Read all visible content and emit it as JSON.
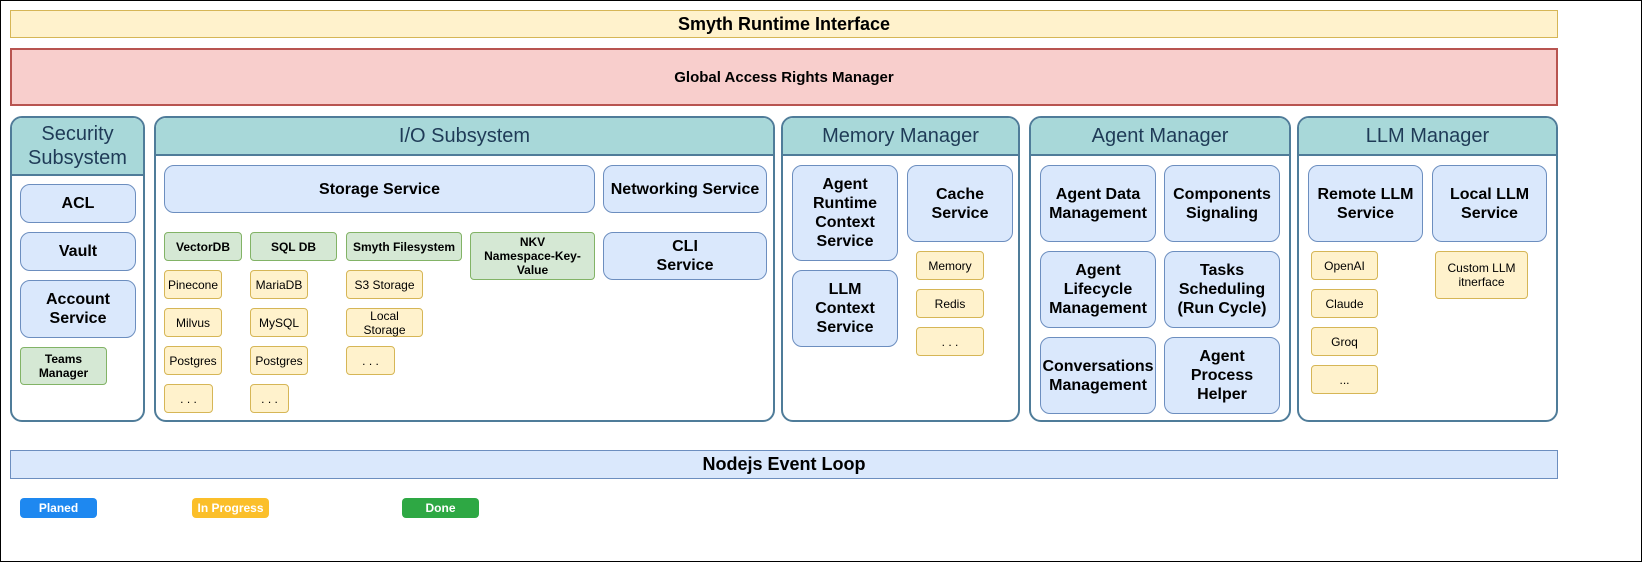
{
  "runtime_interface": "Smyth Runtime Interface",
  "access_rights": "Global Access Rights Manager",
  "event_loop": "Nodejs Event Loop",
  "colors": {
    "planned": "#1e88f0",
    "in_progress": "#fbbf2a",
    "done": "#2ea844",
    "panel_header": "#a8d8d9",
    "service_box": "#dae8fc"
  },
  "security": {
    "title": "Security\nSubsystem",
    "acl": "ACL",
    "vault": "Vault",
    "account": "Account\nService",
    "teams": "Teams\nManager"
  },
  "io": {
    "title": "I/O Subsystem",
    "storage": "Storage Service",
    "networking": "Networking Service",
    "cli": "CLI\nService",
    "vectordb": {
      "label": "VectorDB",
      "items": [
        "Pinecone",
        "Milvus",
        "Postgres",
        ". . ."
      ]
    },
    "sqldb": {
      "label": "SQL DB",
      "items": [
        "MariaDB",
        "MySQL",
        "Postgres",
        ". . ."
      ]
    },
    "filesystem": {
      "label": "Smyth Filesystem",
      "items": [
        "S3 Storage",
        "Local Storage",
        ". . ."
      ]
    },
    "nkv": "NKV\nNamespace-Key-\nValue"
  },
  "memory": {
    "title": "Memory Manager",
    "agent_runtime_context": "Agent\nRuntime\nContext\nService",
    "cache": "Cache\nService",
    "llm_context": "LLM Context\nService",
    "cache_items": [
      "Memory",
      "Redis",
      ". . ."
    ]
  },
  "agent": {
    "title": "Agent Manager",
    "data_mgmt": "Agent Data\nManagement",
    "components": "Components\nSignaling",
    "lifecycle": "Agent\nLifecycle\nManagement",
    "tasks": "Tasks\nScheduling\n(Run Cycle)",
    "conversations": "Conversations\nManagement",
    "process_helper": "Agent Process\nHelper"
  },
  "llm": {
    "title": "LLM Manager",
    "remote": "Remote LLM\nService",
    "local": "Local LLM\nService",
    "remote_items": [
      "OpenAI",
      "Claude",
      "Groq",
      "..."
    ],
    "custom": "Custom LLM\nitnerface"
  },
  "legend": {
    "planned": "Planed",
    "in_progress": "In Progress",
    "done": "Done"
  }
}
